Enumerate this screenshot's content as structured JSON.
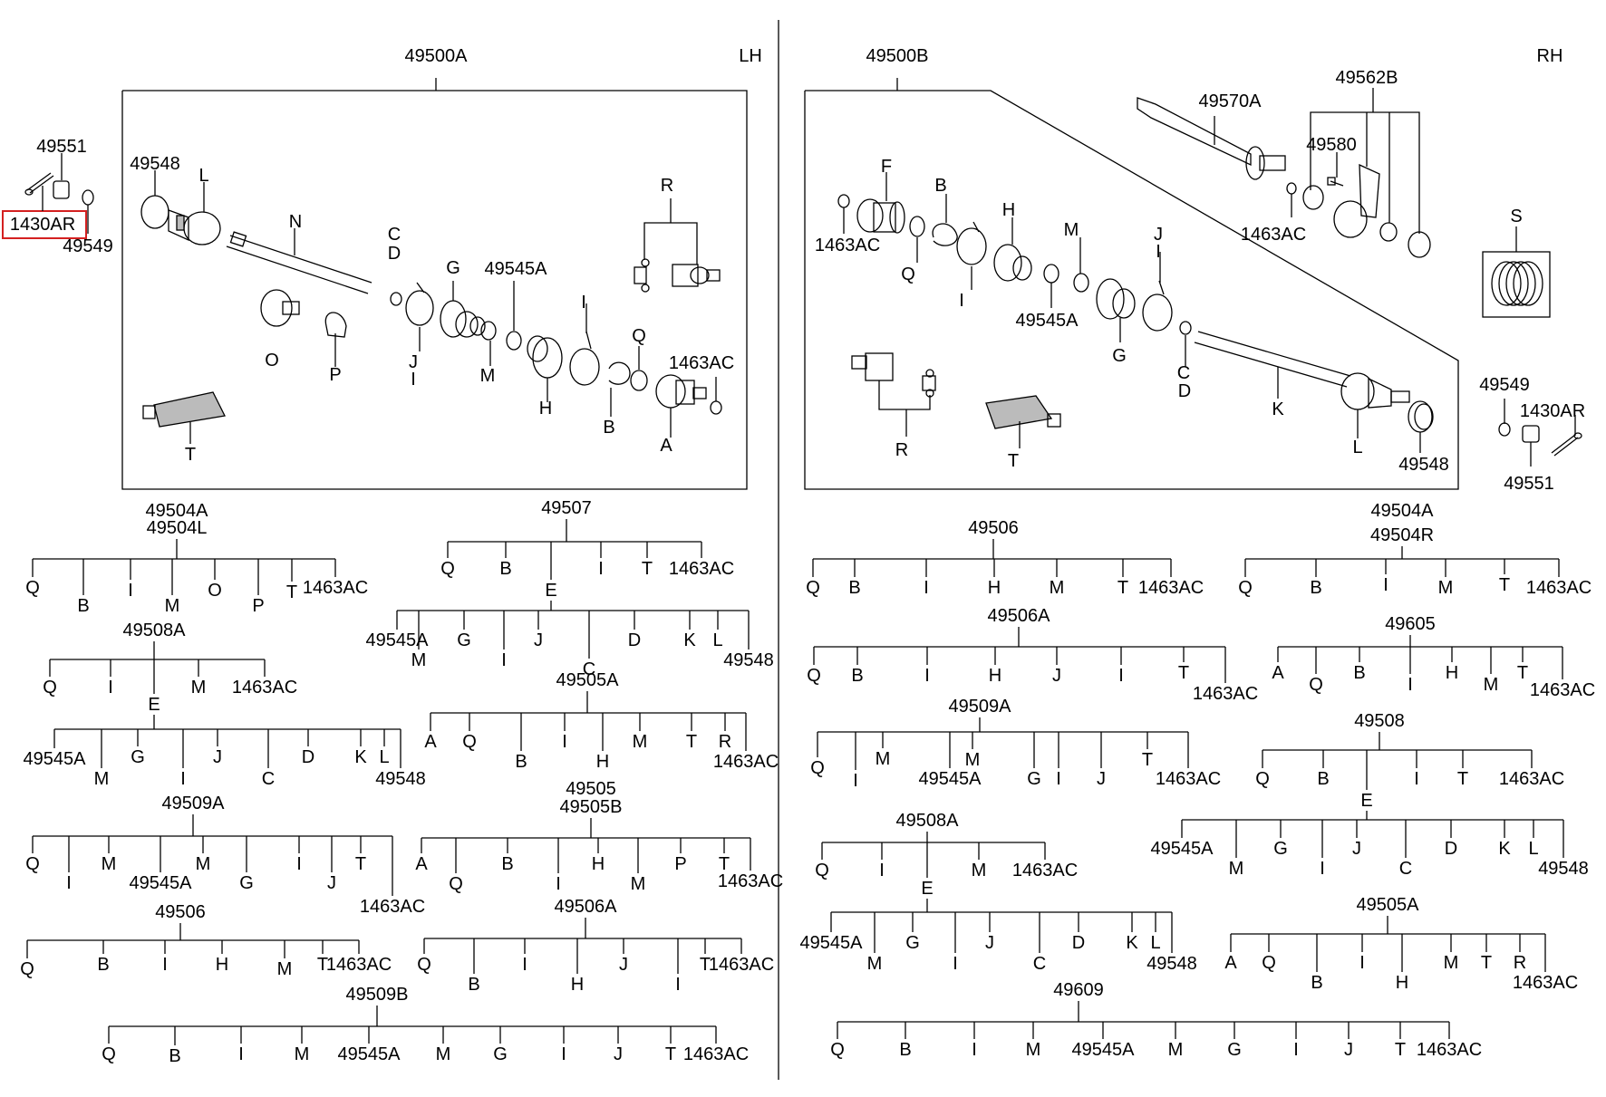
{
  "diagram": {
    "sides": [
      "LH",
      "RH"
    ],
    "highlighted_part": "1430AR",
    "lh_assembly": {
      "assembly_code": "49500A",
      "outside_parts": [
        "49551",
        "1430AR",
        "49549"
      ],
      "parts": [
        "49548",
        "L",
        "N",
        "C",
        "D",
        "O",
        "P",
        "J",
        "I",
        "G",
        "M",
        "49545A",
        "H",
        "I",
        "B",
        "Q",
        "R",
        "1463AC",
        "A",
        "T"
      ]
    },
    "rh_assembly": {
      "assembly_code": "49500B",
      "parts": [
        "F",
        "B",
        "1463AC",
        "Q",
        "I",
        "H",
        "M",
        "49545A",
        "G",
        "J",
        "I",
        "C",
        "D",
        "K",
        "L",
        "49548",
        "R",
        "T"
      ],
      "shaft_parts": [
        "49570A",
        "49562B",
        "49580",
        "1463AC"
      ],
      "kit": "S",
      "outside_parts": [
        "49549",
        "1430AR",
        "49551"
      ]
    },
    "kits": [
      {
        "code": "49504A / 49504L",
        "subs": [
          "Q",
          "B",
          "I",
          "M",
          "O",
          "P",
          "T",
          "1463AC"
        ]
      },
      {
        "code": "49507",
        "subs": [
          "Q",
          "B",
          "E",
          "I",
          "T",
          "1463AC"
        ],
        "group": {
          "code": "E",
          "subs": [
            "49545A",
            "M",
            "G",
            "I",
            "J",
            "C",
            "D",
            "K",
            "L",
            "49548"
          ]
        }
      },
      {
        "code": "49508A",
        "subs": [
          "Q",
          "I",
          "E",
          "M",
          "1463AC"
        ],
        "group": {
          "code": "E",
          "subs": [
            "49545A",
            "M",
            "G",
            "I",
            "J",
            "C",
            "D",
            "K",
            "L",
            "49548"
          ]
        }
      },
      {
        "code": "49505A",
        "subs": [
          "A",
          "Q",
          "B",
          "I",
          "H",
          "M",
          "T",
          "R",
          "1463AC"
        ]
      },
      {
        "code": "49509A",
        "subs": [
          "Q",
          "I",
          "M",
          "49545A",
          "M",
          "G",
          "I",
          "J",
          "T",
          "1463AC"
        ]
      },
      {
        "code": "49505 / 49505B",
        "subs": [
          "A",
          "Q",
          "B",
          "I",
          "H",
          "M",
          "P",
          "T",
          "1463AC"
        ]
      },
      {
        "code": "49506",
        "subs": [
          "Q",
          "B",
          "I",
          "H",
          "M",
          "T",
          "1463AC"
        ]
      },
      {
        "code": "49506A",
        "subs": [
          "Q",
          "B",
          "I",
          "H",
          "J",
          "I",
          "T",
          "1463AC"
        ]
      },
      {
        "code": "49509B",
        "subs": [
          "Q",
          "B",
          "I",
          "M",
          "49545A",
          "M",
          "G",
          "I",
          "J",
          "T",
          "1463AC"
        ]
      },
      {
        "code": "49506",
        "subs": [
          "Q",
          "B",
          "I",
          "H",
          "M",
          "T",
          "1463AC"
        ]
      },
      {
        "code": "49504A / 49504R",
        "subs": [
          "Q",
          "B",
          "I",
          "M",
          "T",
          "1463AC"
        ]
      },
      {
        "code": "49506A",
        "subs": [
          "Q",
          "B",
          "I",
          "H",
          "J",
          "I",
          "T",
          "1463AC"
        ]
      },
      {
        "code": "49605",
        "subs": [
          "A",
          "Q",
          "B",
          "I",
          "H",
          "M",
          "T",
          "1463AC"
        ]
      },
      {
        "code": "49509A",
        "subs": [
          "Q",
          "I",
          "M",
          "49545A",
          "M",
          "G",
          "I",
          "J",
          "T",
          "1463AC"
        ]
      },
      {
        "code": "49508",
        "subs": [
          "Q",
          "B",
          "E",
          "I",
          "T",
          "1463AC"
        ],
        "group": {
          "code": "E",
          "subs": [
            "49545A",
            "M",
            "G",
            "I",
            "J",
            "C",
            "D",
            "K",
            "L",
            "49548"
          ]
        }
      },
      {
        "code": "49508A",
        "subs": [
          "Q",
          "I",
          "E",
          "M",
          "1463AC"
        ],
        "group": {
          "code": "E",
          "subs": [
            "49545A",
            "M",
            "G",
            "I",
            "J",
            "C",
            "D",
            "K",
            "L",
            "49548"
          ]
        }
      },
      {
        "code": "49505A",
        "subs": [
          "A",
          "Q",
          "B",
          "I",
          "H",
          "M",
          "T",
          "R",
          "1463AC"
        ]
      },
      {
        "code": "49609",
        "subs": [
          "Q",
          "B",
          "I",
          "M",
          "49545A",
          "M",
          "G",
          "I",
          "J",
          "T",
          "1463AC"
        ]
      }
    ]
  }
}
